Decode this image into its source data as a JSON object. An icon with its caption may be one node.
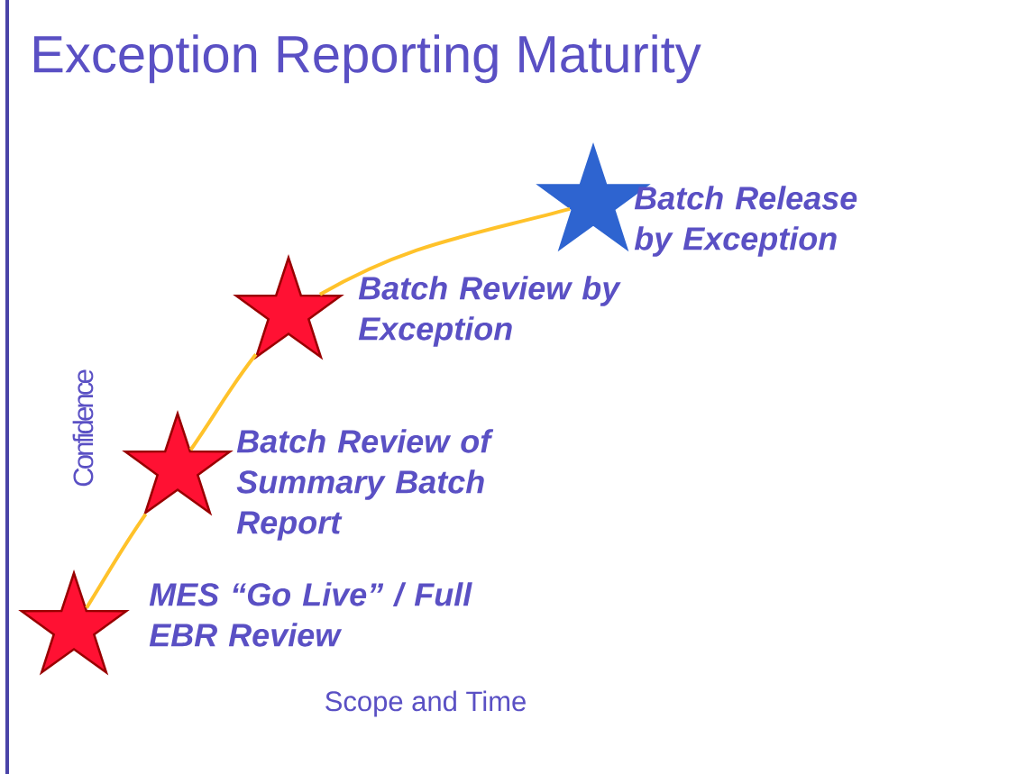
{
  "diagram": {
    "title": "Exception Reporting Maturity",
    "nodes": [
      {
        "text": [],
        "shape": "star",
        "beside": [
          "MES “Go Live” / Full EBR Review"
        ]
      },
      {
        "text": [],
        "shape": "star",
        "beside": [
          "Batch Review of Summary Batch Report"
        ]
      },
      {
        "text": [],
        "shape": "star",
        "beside": [
          "Batch Review by Exception"
        ]
      },
      {
        "text": [],
        "shape": "star",
        "beside": [
          "Batch Release by Exception"
        ]
      }
    ],
    "edges": [
      {
        "from": 0,
        "to": 1,
        "arrow": "none"
      },
      {
        "from": 1,
        "to": 2,
        "arrow": "none"
      },
      {
        "from": 2,
        "to": 3,
        "arrow": "none"
      }
    ],
    "labels": [
      "Confidence",
      "Scope and Time"
    ]
  }
}
